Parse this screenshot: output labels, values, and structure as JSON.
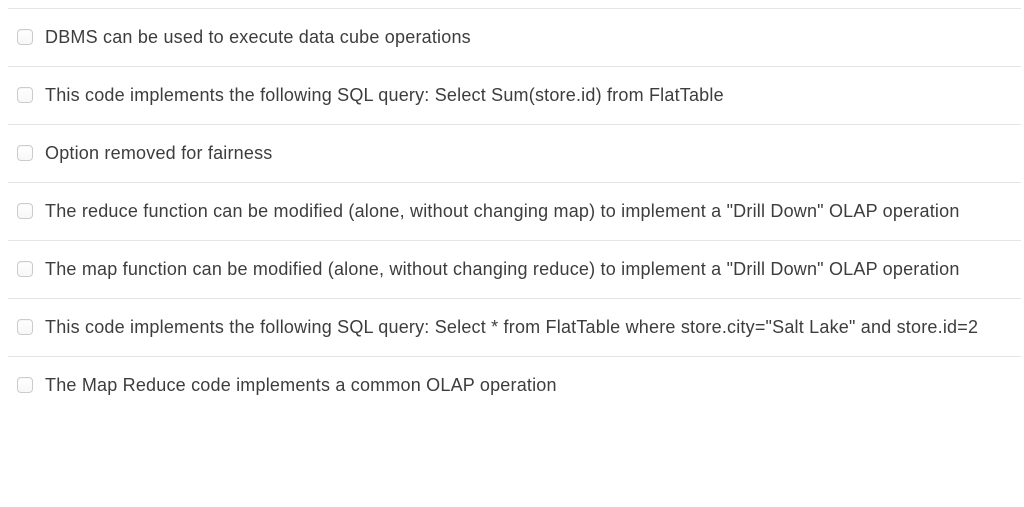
{
  "quiz": {
    "options": [
      {
        "label": "DBMS can be used to execute data cube operations",
        "checked": false
      },
      {
        "label": "This code implements the following SQL query: Select Sum(store.id) from FlatTable",
        "checked": false
      },
      {
        "label": "Option removed for fairness",
        "checked": false
      },
      {
        "label": "The reduce function can be modified (alone, without changing map) to implement a \"Drill Down\" OLAP operation",
        "checked": false
      },
      {
        "label": "The map function can be modified (alone, without changing reduce) to implement a \"Drill Down\" OLAP operation",
        "checked": false
      },
      {
        "label": "This code implements the following SQL query: Select * from FlatTable where store.city=\"Salt Lake\" and store.id=2",
        "checked": false
      },
      {
        "label": "The Map Reduce code implements a common OLAP operation",
        "checked": false
      }
    ],
    "colors": {
      "text": "#3d3d3d",
      "divider": "#e4e4e4",
      "checkbox_border": "#cccccc",
      "background": "#ffffff"
    }
  }
}
